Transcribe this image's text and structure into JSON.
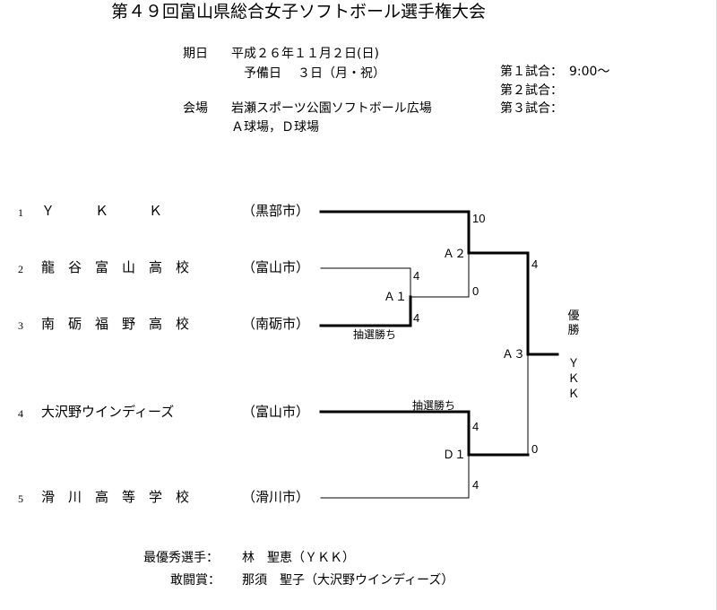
{
  "title": "第４９回富山県総合女子ソフトボール選手権大会",
  "info": {
    "date_label": "期日",
    "date_value": "平成２６年１１月２日(日)",
    "reserve_label": "予備日",
    "reserve_value": "３日（月・祝）",
    "venue_label": "会場",
    "venue_value": "岩瀬スポーツ公園ソフトボール広場",
    "venue_fields": "Ａ球場，Ｄ球場",
    "schedule": [
      "第１試合：　9:00～",
      "第２試合：",
      "第３試合："
    ]
  },
  "teams": [
    {
      "seed": "1",
      "name": "Ｙ　　　Ｋ　　　Ｋ",
      "city": "（黒部市）"
    },
    {
      "seed": "2",
      "name": "龍　谷　富　山　高　校",
      "city": "（富山市）"
    },
    {
      "seed": "3",
      "name": "南　砺　福　野　高　校",
      "city": "（南砺市）"
    },
    {
      "seed": "4",
      "name": "大沢野ウインディーズ",
      "city": "（富山市）"
    },
    {
      "seed": "5",
      "name": "滑　川　高　等　学　校",
      "city": "（滑川市）"
    }
  ],
  "games": {
    "A1": {
      "label": "Ａ１",
      "score_top": "4",
      "score_bottom": "4",
      "note": "抽選勝ち"
    },
    "A2": {
      "label": "Ａ２",
      "score_top": "10",
      "score_bottom": "0"
    },
    "D1": {
      "label": "Ｄ１",
      "score_top": "4",
      "score_bottom": "4",
      "note": "抽選勝ち"
    },
    "A3": {
      "label": "Ａ３",
      "score_top": "4",
      "score_bottom": "0"
    }
  },
  "champion": {
    "label": "優勝",
    "team": "ＹＫＫ"
  },
  "awards": [
    {
      "label": "最優秀選手：",
      "value": "林　聖恵（ＹＫＫ）"
    },
    {
      "label": "敢闘賞：",
      "value": "那須　聖子（大沢野ウインディーズ）"
    }
  ]
}
